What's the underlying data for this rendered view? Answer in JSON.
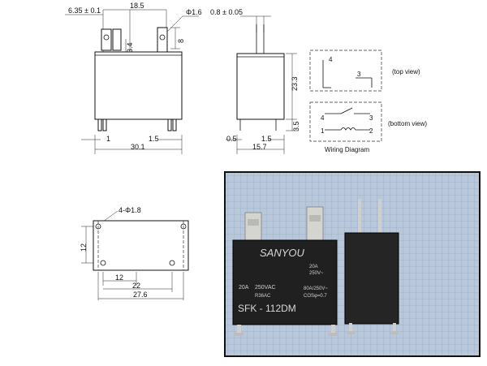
{
  "front_view": {
    "dim_pitch": "6.35 ± 0.1",
    "dim_top_width": "18.5",
    "dim_hole": "Φ1.6",
    "dim_tab_height": "8",
    "dim_tab_offset": "3.4",
    "dim_pin_left": "1",
    "dim_pin_spacing": "1.5",
    "dim_width": "30.1"
  },
  "side_view": {
    "dim_thickness_top": "0.8 ± 0.05",
    "dim_height": "23.3",
    "dim_pin_length": "3.5",
    "dim_pin_left": "0.5",
    "dim_pin_spacing": "1.5",
    "dim_depth": "15.7"
  },
  "wiring": {
    "top_label": "(top view)",
    "bottom_label": "(bottom view)",
    "caption": "Wiring Diagram",
    "pin4": "4",
    "pin3": "3",
    "pin1": "1",
    "pin2": "2",
    "top_pin4": "4",
    "top_pin3": "3"
  },
  "footprint": {
    "dim_holes": "4-Φ1.8",
    "dim_height": "12",
    "dim_inner": "12",
    "dim_mid": "22",
    "dim_total": "27.6"
  },
  "photo": {
    "brand": "SANYOU",
    "model": "SFK - 112DM",
    "rating_left_1": "20A",
    "rating_left_2": "250VAC",
    "rating_left_3": "R36AC",
    "rating_right_1": "20A",
    "rating_right_2": "250V~",
    "rating_right_3": "80A/250V~",
    "rating_right_4": "COSφ=0.7"
  }
}
